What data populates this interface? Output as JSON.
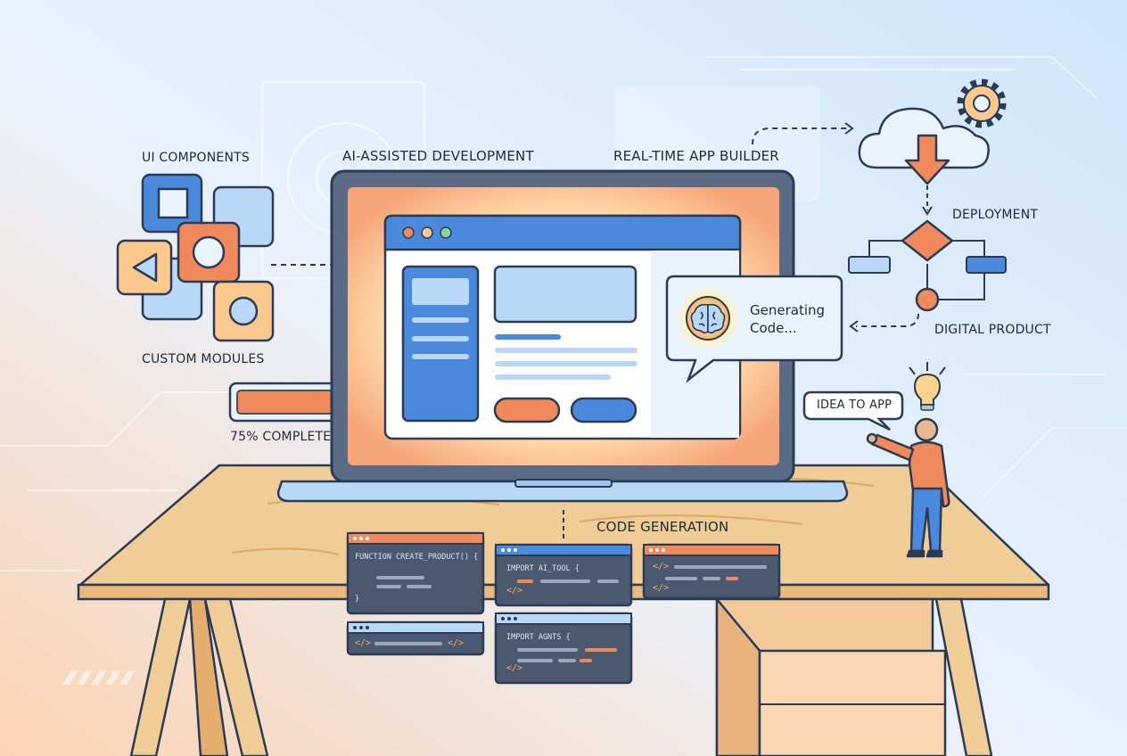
{
  "labels": {
    "ui_components": "UI COMPONENTS",
    "custom_modules": "CUSTOM MODULES",
    "ai_assisted": "AI-ASSISTED DEVELOPMENT",
    "realtime_builder": "REAL-TIME APP BUILDER",
    "deployment": "DEPLOYMENT",
    "digital_product": "DIGITAL PRODUCT",
    "idea_to_app": "IDEA TO APP",
    "progress": "75% COMPLETE",
    "code_generation": "CODE GENERATION"
  },
  "bubble": {
    "line1": "Generating",
    "line2": "Code..."
  },
  "progress": {
    "value": 0.75
  },
  "code_windows": {
    "w1_line1": "FUNCTION CREATE_PRODUCT() {",
    "w1_close": "}",
    "w2_line1": "IMPORT AI_TOOL {",
    "w2_tag": "</>",
    "w3_tag1": "</>",
    "w3_tag2": "</>",
    "w4_tag1": "</>",
    "w4_tag2": "</>",
    "w5_line1": "IMPORT AGNTS {",
    "w5_tag": "</>"
  },
  "icons": [
    "gear-icon",
    "cloud-icon",
    "brain-icon",
    "lightbulb-icon"
  ],
  "colors": {
    "orange": "#f08a5d",
    "blue": "#4a89dc",
    "light_blue": "#b9d8f7",
    "navy": "#2b3a55",
    "wood": "#f0cc96",
    "bg_left": "#fbd7b8",
    "bg_right": "#d6ebfb"
  }
}
